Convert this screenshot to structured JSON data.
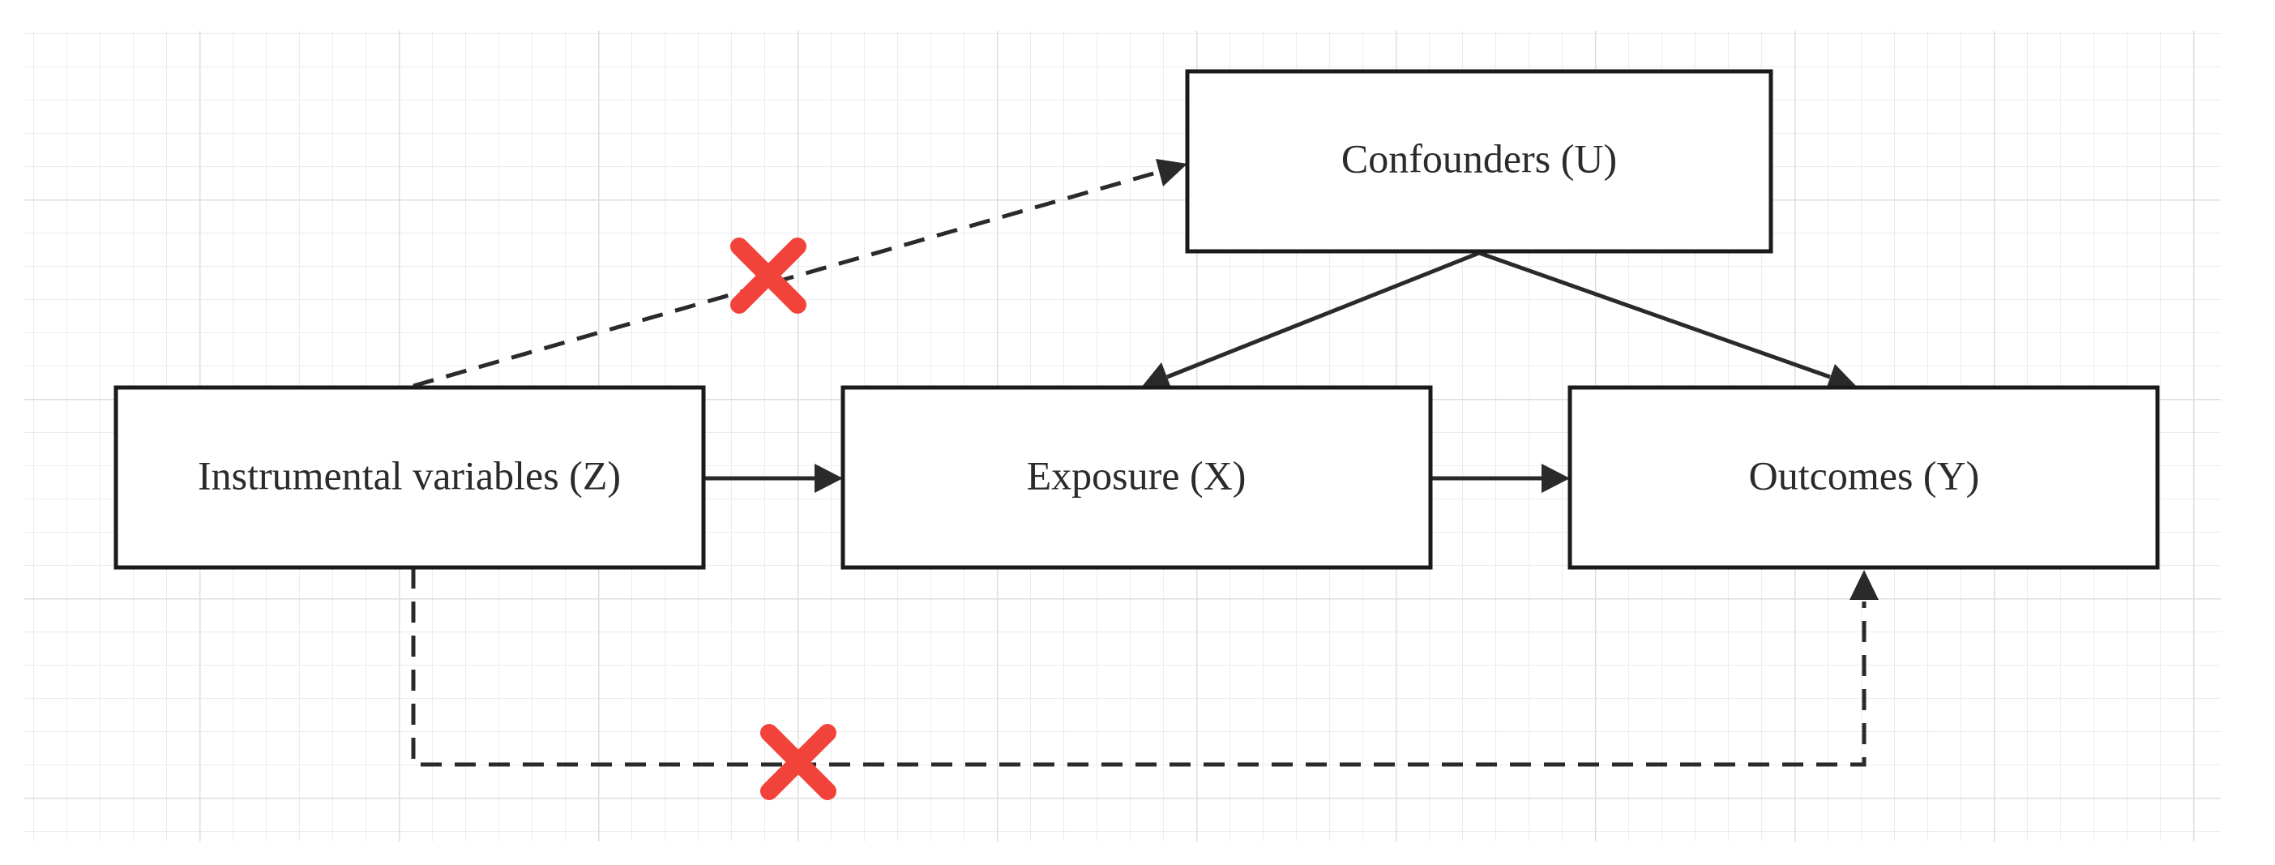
{
  "diagram": {
    "nodes": {
      "confounders": {
        "label": "Confounders (U)"
      },
      "instrument": {
        "label": "Instrumental variables (Z)"
      },
      "exposure": {
        "label": "Exposure (X)"
      },
      "outcomes": {
        "label": "Outcomes (Y)"
      }
    },
    "edges": [
      {
        "from": "instrument",
        "to": "exposure",
        "style": "solid",
        "blocked": false
      },
      {
        "from": "exposure",
        "to": "outcomes",
        "style": "solid",
        "blocked": false
      },
      {
        "from": "confounders",
        "to": "exposure",
        "style": "solid",
        "blocked": false
      },
      {
        "from": "confounders",
        "to": "outcomes",
        "style": "solid",
        "blocked": false
      },
      {
        "from": "instrument",
        "to": "confounders",
        "style": "dashed",
        "blocked": true
      },
      {
        "from": "instrument",
        "to": "outcomes",
        "style": "dashed",
        "blocked": true
      }
    ],
    "colors": {
      "grid_line": "#e6e6e6",
      "box_stroke": "#1a1a1a",
      "arrow": "#2a2a2a",
      "cross_mark": "#f2433a"
    }
  }
}
